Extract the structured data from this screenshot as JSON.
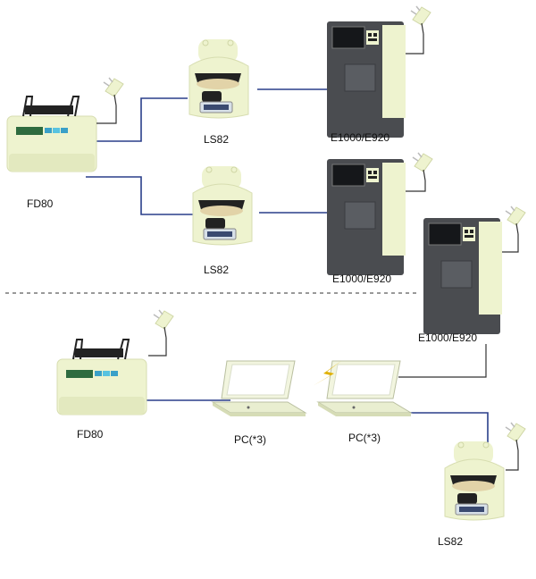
{
  "labels": {
    "fd80_top": "FD80",
    "ls82_top": "LS82",
    "ls82_mid": "LS82",
    "ls82_bottom": "LS82",
    "e1000_top": "E1000/E920",
    "e1000_mid": "E1000/E920",
    "e1000_right": "E1000/E920",
    "fd80_bottom": "FD80",
    "pc_left": "PC(*3)",
    "pc_right": "PC(*3)"
  },
  "icons": {
    "plug": "power-plug-icon",
    "wireless": "lightning-bolt-icon"
  },
  "colors": {
    "device_body": "#eef3cf",
    "device_outline": "#d7ddb0",
    "instrument_body": "#4a4c50",
    "cable": "#2a3f8a",
    "divider": "#333333",
    "bolt": "#e0b000"
  }
}
